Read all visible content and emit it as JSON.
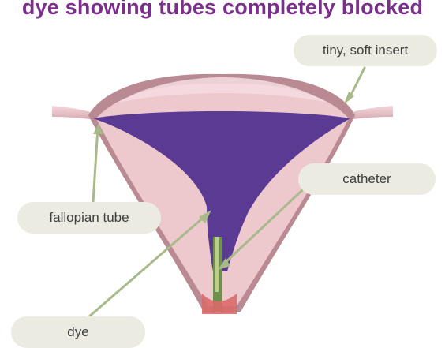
{
  "title": "dye showing tubes completely blocked",
  "labels": {
    "insert": "tiny, soft insert",
    "catheter": "catheter",
    "fallopian_tube": "fallopian tube",
    "dye": "dye"
  },
  "colors": {
    "title": "#7a2f8a",
    "uterus_wall": "#b98a92",
    "uterus_cavity": "#edc8cd",
    "dye": "#5a3a92",
    "catheter": "#6f8f4c",
    "callout_bg": "#ebebe1",
    "leader_line": "#a8b98a"
  }
}
